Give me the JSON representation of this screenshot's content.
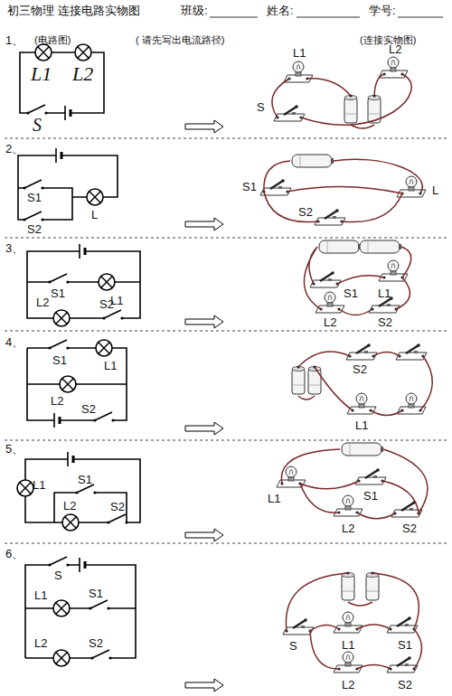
{
  "diagram": {
    "title": "初三物理 连接电路实物图",
    "labels": [
      "班级:",
      "姓名:",
      "学号:",
      "1、",
      "(电路图)",
      "( 请先写出电流路径)",
      "(连接实物图)",
      "L1",
      "L2",
      "S",
      "L1",
      "L2",
      "S",
      "2、",
      "S1",
      "S2",
      "L",
      "S1",
      "L",
      "S2",
      "3、",
      "S1",
      "L1",
      "L2",
      "S2",
      "S1",
      "L1",
      "L2",
      "S2",
      "4、",
      "S1",
      "L1",
      "L2",
      "S2",
      "S2",
      "L1",
      "5、",
      "L1",
      "S1",
      "S2",
      "L2",
      "L1",
      "S1",
      "L2",
      "S2",
      "6、",
      "S",
      "L1",
      "S1",
      "L2",
      "S2",
      "S",
      "L1",
      "S1",
      "L2",
      "S2"
    ]
  }
}
